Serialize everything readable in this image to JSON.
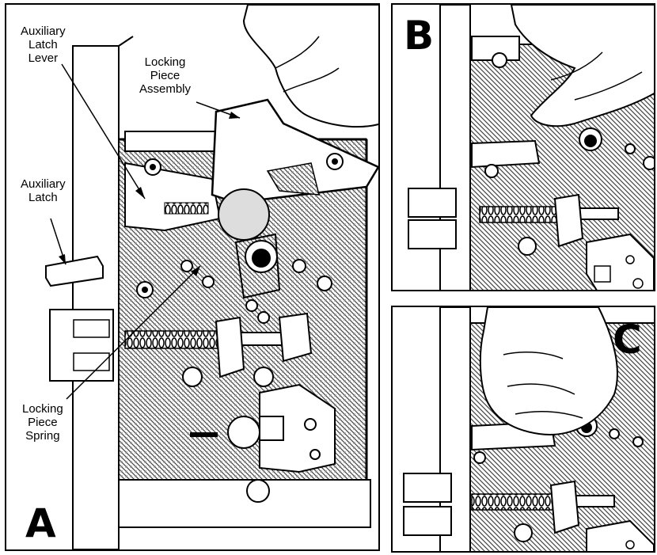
{
  "panels": [
    {
      "letter": "A"
    },
    {
      "letter": "B"
    },
    {
      "letter": "C"
    }
  ],
  "callouts": {
    "auxiliary_latch_lever": [
      "Auxiliary",
      "Latch",
      "Lever"
    ],
    "locking_piece_assembly": [
      "Locking",
      "Piece",
      "Assembly"
    ],
    "auxiliary_latch": [
      "Auxiliary",
      "Latch"
    ],
    "locking_piece_spring": [
      "Locking",
      "Piece",
      "Spring"
    ]
  },
  "colors": {
    "line": "#000000",
    "hatch": "#555555",
    "paper": "#ffffff",
    "gray": "#cfcfcf"
  },
  "icons": {
    "hand": "hand-illustration"
  }
}
